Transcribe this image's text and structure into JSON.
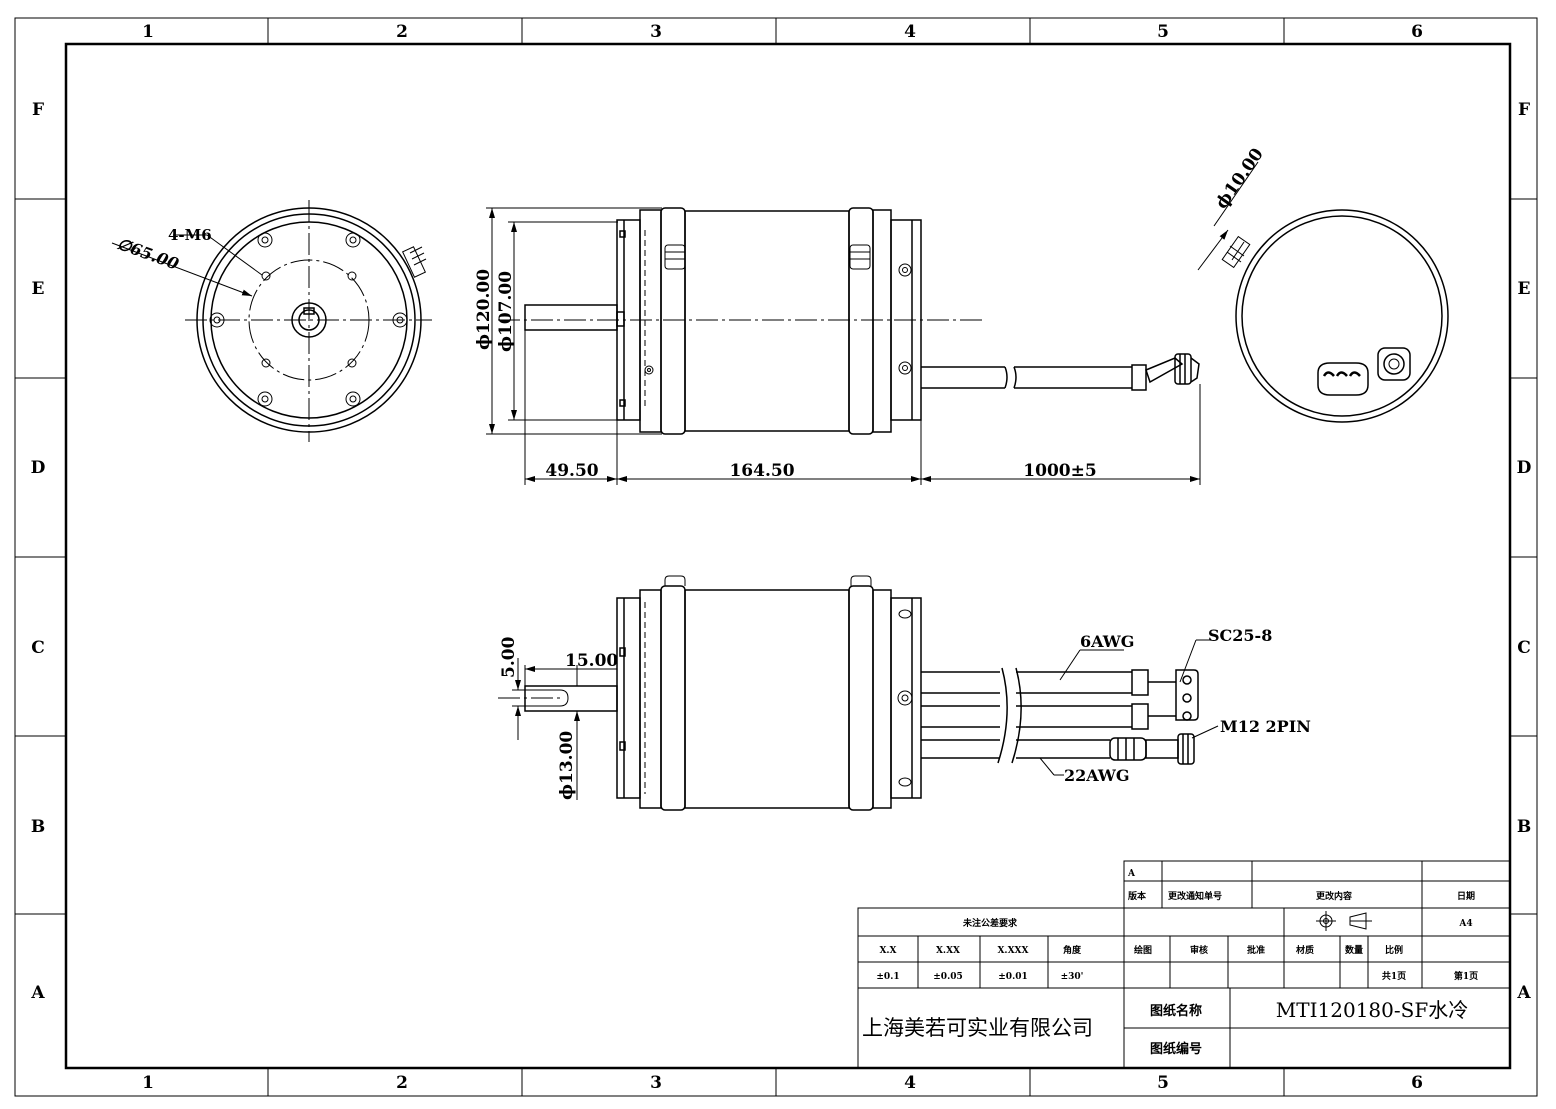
{
  "zones": {
    "columns": [
      "1",
      "2",
      "3",
      "4",
      "5",
      "6"
    ],
    "rows": [
      "F",
      "E",
      "D",
      "C",
      "B",
      "A"
    ]
  },
  "front_view": {
    "bolt_label": "4-M6",
    "pcd_label": "∅65.00"
  },
  "side_view": {
    "dia_outer": "ϕ120.00",
    "dia_inner": "ϕ107.00",
    "len_shaft": "49.50",
    "len_body": "164.50",
    "len_cable": "1000±5"
  },
  "rear_view": {
    "port_dia": "ϕ10.00"
  },
  "bottom_view": {
    "key_width": "5.00",
    "key_length": "15.00",
    "shaft_dia": "ϕ13.00",
    "cable_power": "6AWG",
    "terminal": "SC25-8",
    "connector": "M12 2PIN",
    "cable_signal": "22AWG"
  },
  "title_block": {
    "rev_mark": "A",
    "col_version": "版本",
    "col_notice": "更改通知单号",
    "col_content": "更改内容",
    "col_date": "日期",
    "tol_title": "未注公差要求",
    "tol_headers": [
      "X.X",
      "X.XX",
      "X.XXX",
      "角度"
    ],
    "tol_values": [
      "±0.1",
      "±0.05",
      "±0.01",
      "±30'"
    ],
    "sheet_size": "A4",
    "role_draw": "绘图",
    "role_check": "审核",
    "role_approve": "批准",
    "col_material": "材质",
    "col_qty": "数量",
    "col_scale": "比例",
    "total_pages": "共1页",
    "page_no": "第1页",
    "company": "上海美若可实业有限公司",
    "name_label": "图纸名称",
    "drawing_name": "MTI120180-SF水冷",
    "number_label": "图纸编号"
  }
}
